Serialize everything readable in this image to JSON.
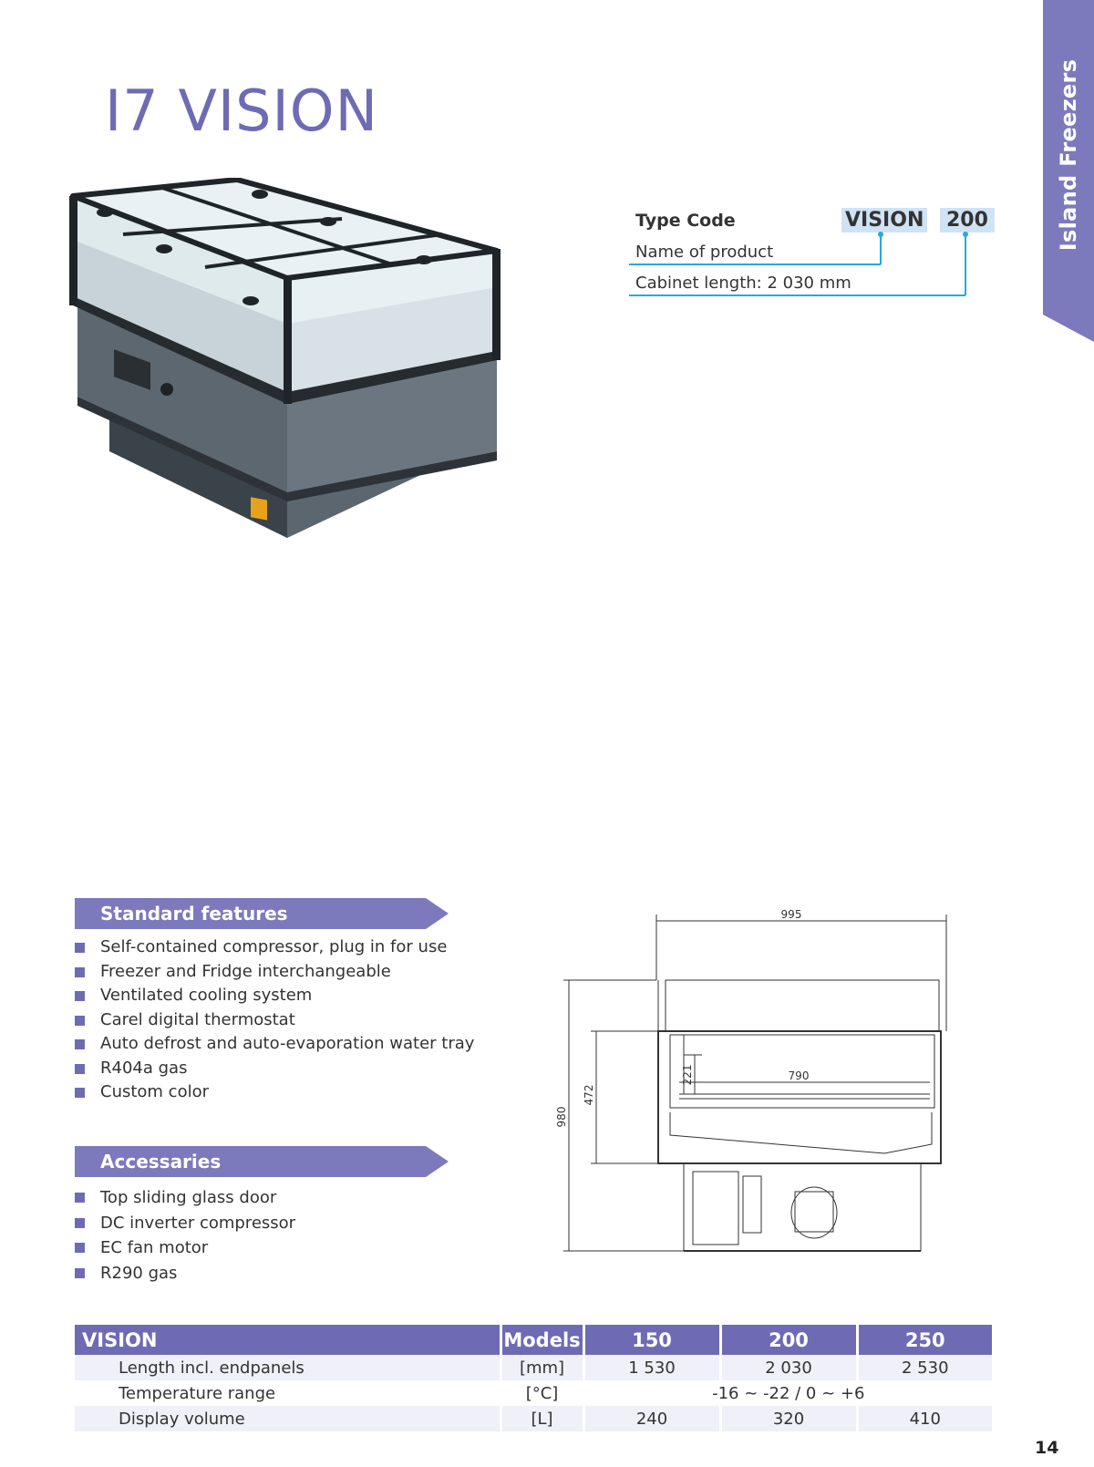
{
  "side_tab": {
    "label": "Island Freezers",
    "color": "#7c79bd"
  },
  "title": "I7 VISION",
  "type_code": {
    "label": "Type Code",
    "name_value": "VISION",
    "length_value": "200",
    "name_desc": "Name of product",
    "length_desc": "Cabinet length: 2 030 mm",
    "accent_color": "#29a8dc",
    "badge_color": "#cfe3f5"
  },
  "standard_features": {
    "heading": "Standard features",
    "items": [
      "Self-contained compressor, plug in for use",
      "Freezer and Fridge interchangeable",
      "Ventilated cooling system",
      "Carel digital thermostat",
      "Auto defrost and auto-evaporation water tray",
      "R404a gas",
      "Custom color"
    ]
  },
  "accessories": {
    "heading": "Accessaries",
    "items": [
      "Top sliding glass door",
      "DC inverter compressor",
      "EC fan motor",
      "R290 gas"
    ]
  },
  "drawing": {
    "width": "995",
    "inner_width": "790",
    "height": "980",
    "cabinet_height": "472",
    "inner_depth": "221"
  },
  "spec_table": {
    "headers": [
      "VISION",
      "Models",
      "150",
      "200",
      "250"
    ],
    "rows": [
      {
        "param": "Length incl. endpanels",
        "unit": "[mm]",
        "v150": "1 530",
        "v200": "2 030",
        "v250": "2 530"
      },
      {
        "param": "Temperature range",
        "unit": "[°C]",
        "merged": "-16 ~ -22 / 0 ~ +6"
      },
      {
        "param": "Display volume",
        "unit": "[L]",
        "v150": "240",
        "v200": "320",
        "v250": "410"
      }
    ]
  },
  "page_number": "14",
  "brand_color": "#6e6bb4"
}
